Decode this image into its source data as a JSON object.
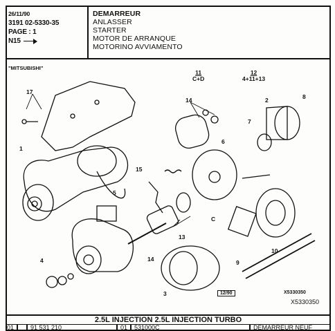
{
  "header": {
    "date": "26/11/90",
    "ref": "3191 02-5330-35",
    "page": "PAGE : 1",
    "group": "N15",
    "titles": [
      "DEMARREUR",
      "ANLASSER",
      "STARTER",
      "MOTOR DE ARRANQUE",
      "MOTORINO AVVIAMENTO"
    ]
  },
  "diagram": {
    "brand": "\"MITSUBISHI\"",
    "callouts": [
      "17",
      "1",
      "5",
      "4",
      "14",
      "15",
      "6",
      "C",
      "13",
      "14",
      "3",
      "2",
      "8",
      "7",
      "9",
      "10"
    ],
    "fraction_a_top": "11",
    "fraction_a_bottom": "C+D",
    "fraction_b_top": "12",
    "fraction_b_bottom": "4+11+13",
    "figure_number": "12/90",
    "code_small": "X5330350",
    "code_large": "X5330350"
  },
  "footer": {
    "title": "2.5L INJECTION 2.5L INJECTION TURBO"
  },
  "bottom_row": {
    "col1": "01",
    "col2": "91 531 210",
    "col3": "01",
    "col4": "531000C",
    "col5": "DEMARREUR NEUF"
  },
  "colors": {
    "ink": "#111111",
    "paper": "#fdfdfb"
  }
}
